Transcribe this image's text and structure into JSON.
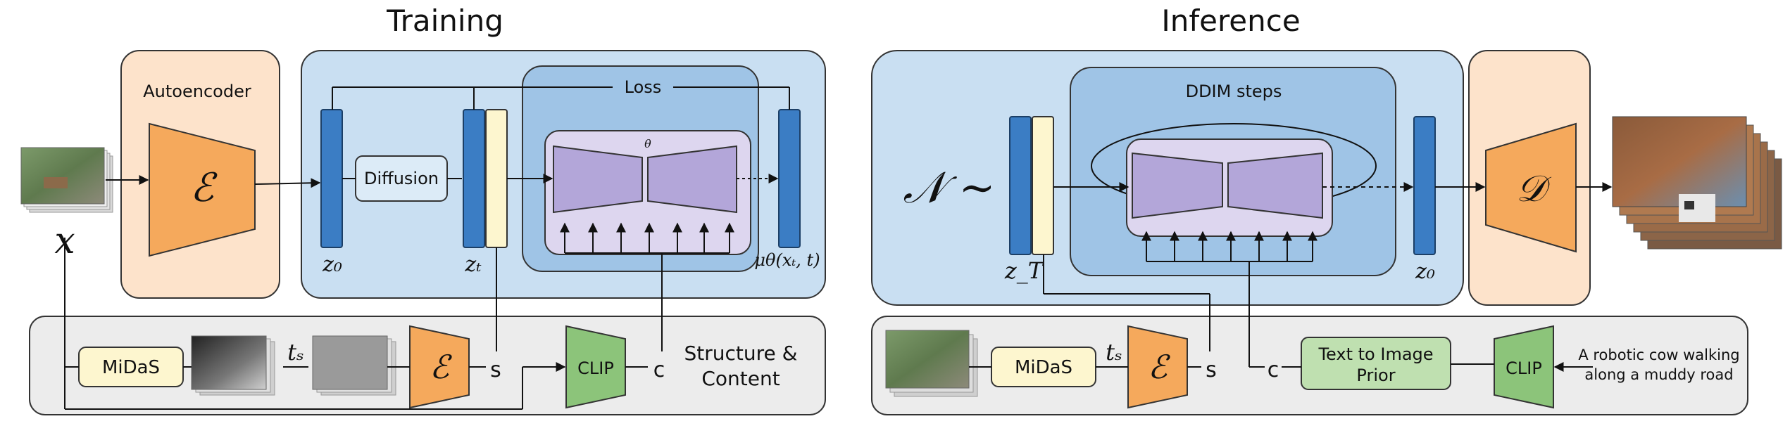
{
  "training": {
    "title": "Training",
    "autoencoder_label": "Autoencoder",
    "encoder_symbol": "ℰ",
    "input_symbol": "x",
    "diffusion_label": "Diffusion",
    "loss_label": "Loss",
    "theta_label": "θ",
    "z0_label": "z₀",
    "zt_label": "zₜ",
    "mu_label": "μθ(xₜ, t)",
    "midas_label": "MiDaS",
    "ts_label": "tₛ",
    "s_label": "s",
    "clip_label": "CLIP",
    "c_label": "c",
    "structure_line1": "Structure &",
    "structure_line2": "Content"
  },
  "inference": {
    "title": "Inference",
    "noise_label": "𝒩 ∼",
    "ddim_label": "DDIM steps",
    "zT_label": "z_T",
    "z0_label": "z₀",
    "decoder_symbol": "𝒟",
    "midas_label": "MiDaS",
    "ts_label": "tₛ",
    "encoder_symbol": "ℰ",
    "s_label": "s",
    "c_label": "c",
    "prior_line1": "Text to Image",
    "prior_line2": "Prior",
    "clip_label": "CLIP",
    "prompt_line1": "A robotic cow walking",
    "prompt_line2": "along a muddy road"
  },
  "colors": {
    "orange_fill": "#f5a95c",
    "orange_bg": "#fde3cb",
    "blue_bg": "#c9dff2",
    "blue_inner": "#9fc4e6",
    "latent_blue": "#3b7dc4",
    "cream": "#fdf6cf",
    "unet_purple": "#b3a6d9",
    "unet_bg": "#ddd6ef",
    "green": "#8cc47a",
    "green_light": "#bfe0b0",
    "gray_bg": "#ececec"
  }
}
